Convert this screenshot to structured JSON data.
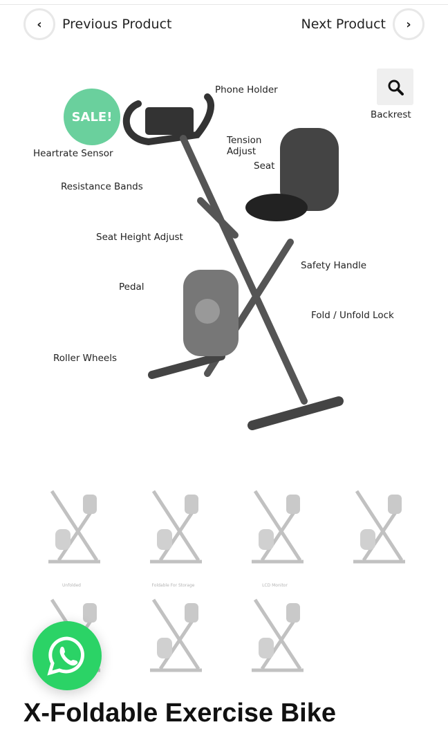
{
  "nav": {
    "previous_label": "Previous Product",
    "next_label": "Next Product"
  },
  "badge": {
    "sale": "SALE!",
    "color": "#50c88c"
  },
  "image_labels": {
    "phone_holder": "Phone Holder",
    "backrest": "Backrest",
    "heartrate": "Heartrate Sensor",
    "tension": "Tension Adjust",
    "seat": "Seat",
    "resistance": "Resistance Bands",
    "seat_height": "Seat Height Adjust",
    "safety": "Safety Handle",
    "pedal": "Pedal",
    "fold": "Fold / Unfold Lock",
    "roller": "Roller Wheels"
  },
  "thumbnails": [
    {
      "caption": ""
    },
    {
      "caption": ""
    },
    {
      "caption": ""
    },
    {
      "caption": ""
    },
    {
      "caption": "Unfolded"
    },
    {
      "caption": "Foldable For Storage"
    },
    {
      "caption": "LCD Monitor"
    }
  ],
  "product": {
    "title": "X-Foldable Exercise Bike"
  },
  "whatsapp": {
    "icon": "whatsapp-icon",
    "color": "#2bd366"
  }
}
